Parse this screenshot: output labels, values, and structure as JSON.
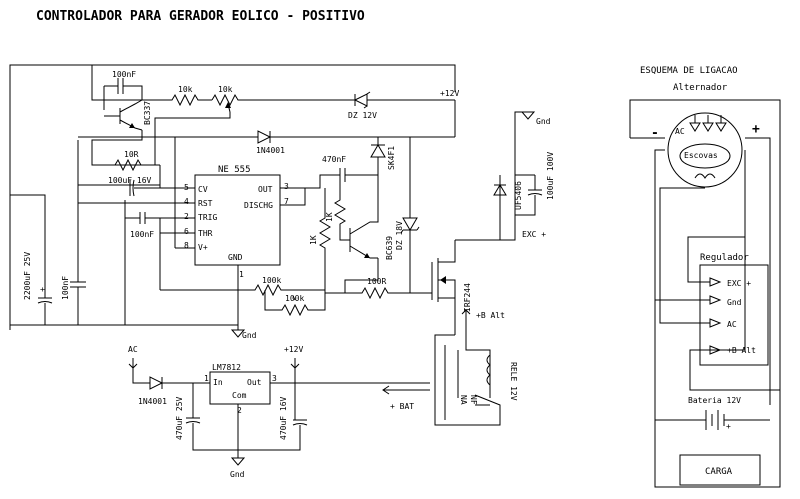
{
  "title": "CONTROLADOR PARA GERADOR EOLICO - POSITIVO",
  "circuit": {
    "c1": "100nF",
    "q1": "BC337",
    "r1": "10k",
    "r2": "10k",
    "dz1": "DZ 12V",
    "vcc1": "+12V",
    "d1": "1N4001",
    "r3": "10R",
    "ic1_name": "NE 555",
    "ic1_pin_cv": "CV",
    "ic1_pin_rst": "RST",
    "ic1_pin_trig": "TRIG",
    "ic1_pin_thr": "THR",
    "ic1_pin_vcc": "V+",
    "ic1_pin_out": "OUT",
    "ic1_pin_disc": "DISCHG",
    "ic1_pin_gnd": "GND",
    "pin_5": "5",
    "pin_4": "4",
    "pin_2": "2",
    "pin_6": "6",
    "pin_8": "8",
    "pin_3": "3",
    "pin_7": "7",
    "pin_1": "1",
    "c2": "100uF 16V",
    "c3": "100nF",
    "c4": "2200uF 25V",
    "c5": "100nF",
    "c6": "470nF",
    "d2": "SK4F1",
    "r4": "1K",
    "r5": "1K",
    "q2": "BC639",
    "dz2": "DZ 18V",
    "r6": "100k",
    "r7": "100k",
    "r8": "100R",
    "q3": "IRF244",
    "d3": "UF5406",
    "c7": "100uF 100V",
    "gnd": "Gnd",
    "exc_plus": "EXC +",
    "b_alt": "+B Alt",
    "rele": "RELE 12V",
    "rele_nc": "NA",
    "rele_no": "NF",
    "bat": "+ BAT",
    "ac": "AC",
    "d4": "1N4001",
    "ic2_name": "LM7812",
    "ic2_in": "In",
    "ic2_out": "Out",
    "ic2_com": "Com",
    "vcc2": "+12V",
    "c8": "470uF 25V",
    "c9": "470uF 16V"
  },
  "wiring": {
    "title": "ESQUEMA DE LIGACAO",
    "alternator": "Alternador",
    "ac": "AC",
    "minus": "-",
    "plus": "+",
    "brushes": "Escovas",
    "regulator": "Regulador",
    "exc": "EXC +",
    "gnd": "Gnd",
    "reg_ac": "AC",
    "b_alt": "+B Alt",
    "battery": "Bateria 12V",
    "load": "CARGA"
  }
}
